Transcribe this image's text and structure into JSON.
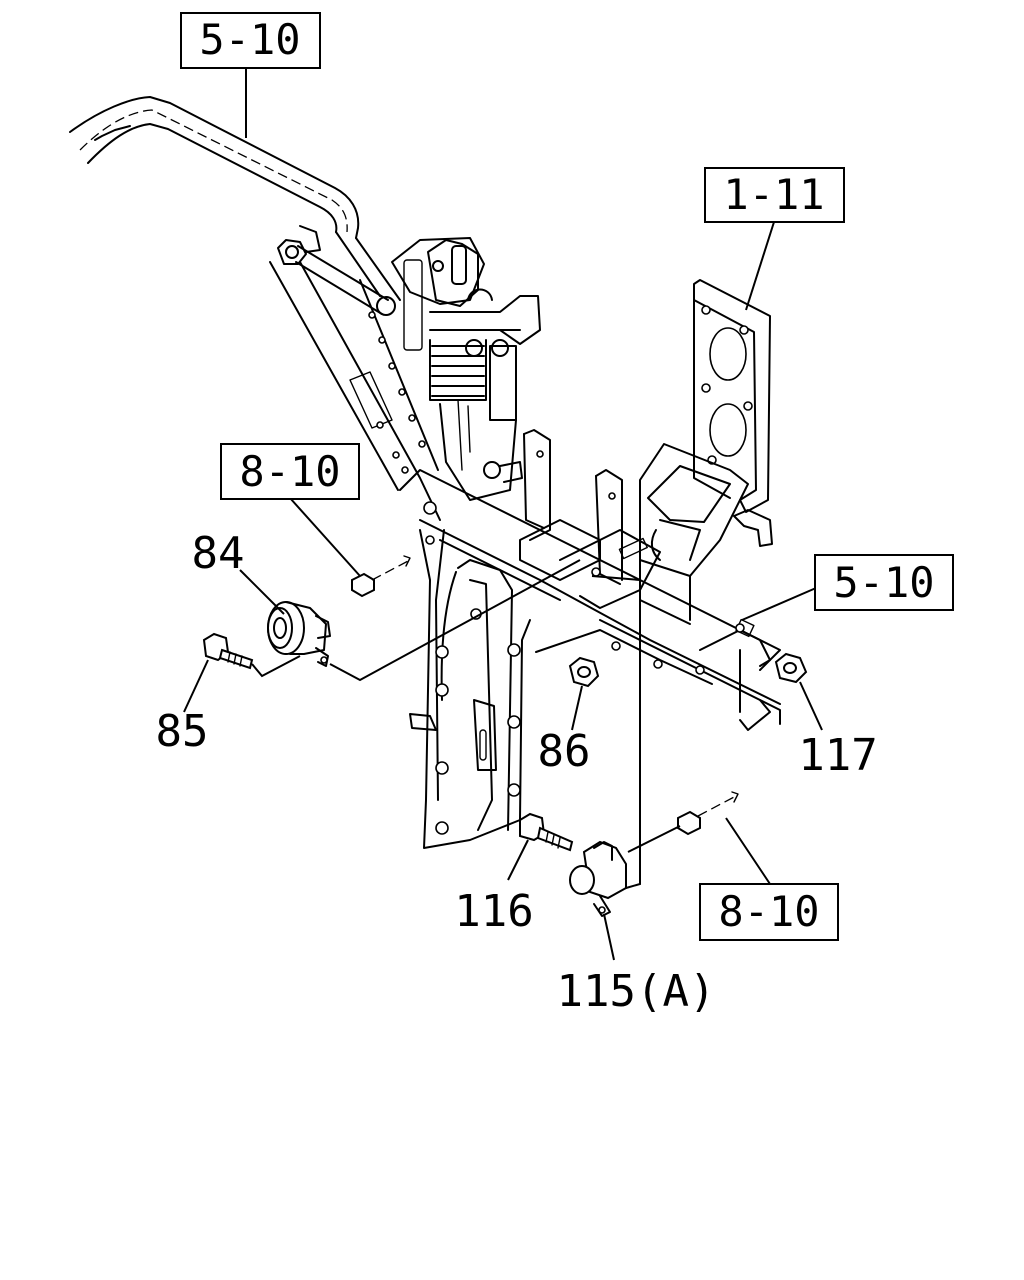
{
  "section_refs": {
    "ref_top_left": "5-10",
    "ref_top_right": "1-11",
    "ref_mid_left": "8-10",
    "ref_mid_right": "5-10",
    "ref_bottom_right": "8-10"
  },
  "callouts": {
    "c84": "84",
    "c85": "85",
    "c86": "86",
    "c117": "117",
    "c116": "116",
    "c115": "115(A)"
  }
}
